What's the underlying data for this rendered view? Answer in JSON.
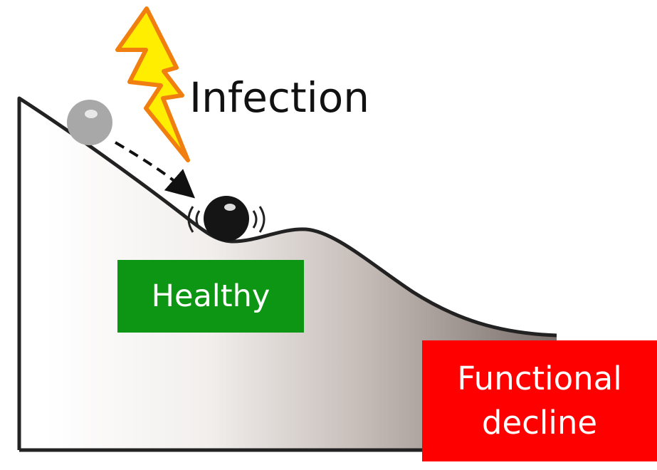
{
  "infection": {
    "label": "Infection",
    "bolt_fill": "#ffee00",
    "bolt_stroke": "#f07f10"
  },
  "states": {
    "healthy": {
      "label": "Healthy",
      "color": "#0c9614"
    },
    "decline": {
      "line1": "Functional",
      "line2": "decline",
      "color": "#ff0000"
    }
  },
  "landscape": {
    "outline_color": "#222222",
    "fill_light": "#ffffff",
    "fill_dark": "#7a6f6b"
  },
  "balls": {
    "prior_color": "#a8a8a8",
    "current_color": "#151515"
  },
  "icons": [
    "lightning-bolt-icon",
    "dashed-arrow-icon",
    "vibration-marks-icon"
  ]
}
